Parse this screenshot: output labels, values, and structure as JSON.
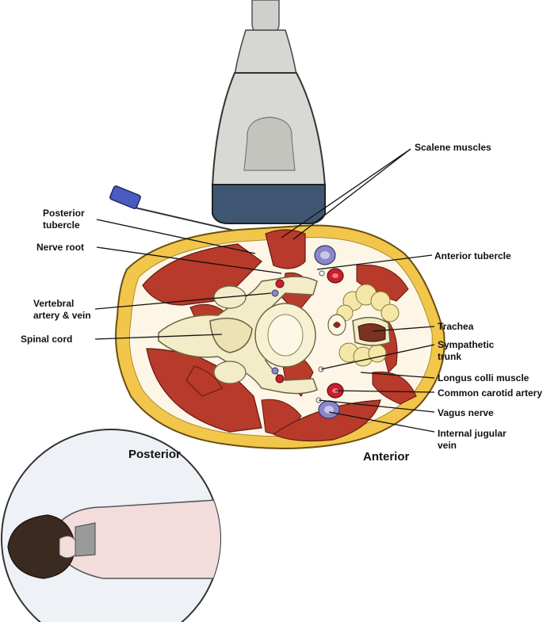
{
  "labels": {
    "scalene_muscles": "Scalene muscles",
    "posterior_tubercle_1": "Posterior",
    "posterior_tubercle_2": "tubercle",
    "nerve_root": "Nerve root",
    "anterior_tubercle": "Anterior tubercle",
    "vertebral_1": "Vertebral",
    "vertebral_2": "artery & vein",
    "spinal_cord": "Spinal cord",
    "trachea": "Trachea",
    "sympathetic_1": "Sympathetic",
    "sympathetic_2": "trunk",
    "longus_colli": "Longus colli muscle",
    "common_carotid": "Common carotid artery",
    "vagus_nerve": "Vagus nerve",
    "ijv_1": "Internal jugular",
    "ijv_2": "vein"
  },
  "orientation": {
    "posterior": "Posterior",
    "anterior": "Anterior"
  },
  "colors": {
    "fat": "#f2c64a",
    "muscle": "#b83a2a",
    "bone": "#f3ecc8",
    "artery": "#c8202c",
    "vein": "#8a86c8",
    "probe_body": "#d8d8d4",
    "probe_face": "#3f5672"
  }
}
